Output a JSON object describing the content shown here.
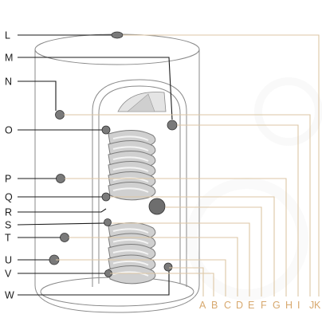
{
  "diagram": {
    "left_labels": [
      "L",
      "M",
      "N",
      "O",
      "P",
      "Q",
      "R",
      "S",
      "T",
      "U",
      "V",
      "W"
    ],
    "bottom_labels": [
      "A",
      "B",
      "C",
      "D",
      "E",
      "F",
      "G",
      "H",
      "I",
      "J",
      "K"
    ]
  },
  "colors": {
    "dark_lead": "#1a1a1a",
    "tan_lead": "#dcc6a4",
    "bottom_label": "#d7a86e",
    "tank_outline": "#8a8a8a",
    "coil_fill": "#d0d0d0",
    "port_fill": "#7a7a7a"
  }
}
